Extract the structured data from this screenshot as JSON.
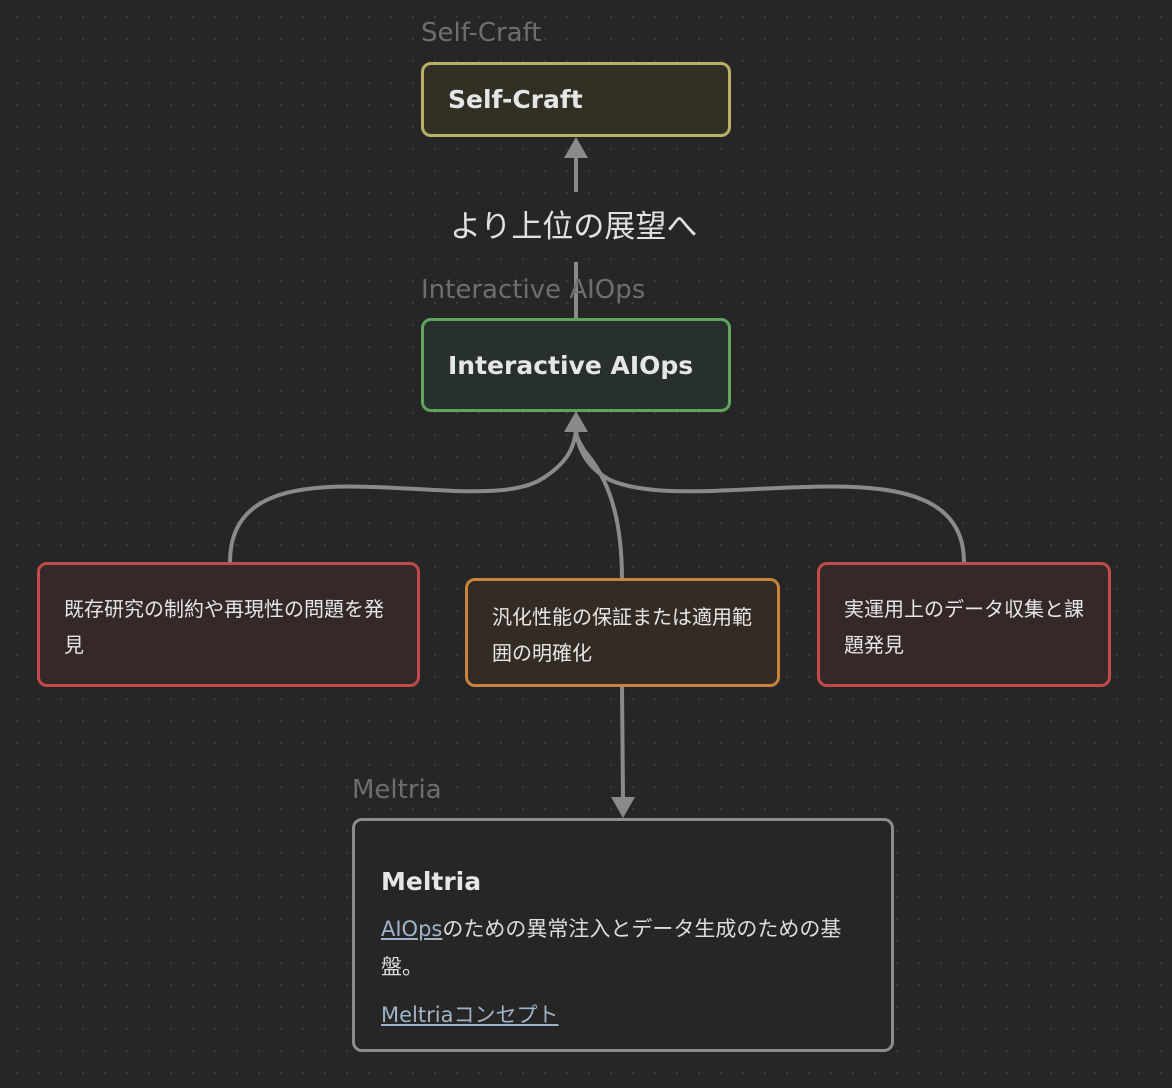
{
  "groups": {
    "self_craft": "Self-Craft",
    "interactive_aiops": "Interactive AIOps",
    "meltria": "Meltria"
  },
  "nodes": {
    "self_craft": {
      "title": "Self-Craft"
    },
    "interactive_aiops": {
      "title": "Interactive AIOps"
    },
    "research_constraints": {
      "text": "既存研究の制約や再現性の問題を発見"
    },
    "generalization": {
      "text": "汎化性能の保証または適用範囲の明確化"
    },
    "field_data": {
      "text": "実運用上のデータ収集と課題発見"
    },
    "meltria": {
      "title": "Meltria",
      "desc_link": "AIOps",
      "desc_rest": "のための異常注入とデータ生成のための基盤。",
      "concept_link": "Meltriaコンセプト"
    }
  },
  "edges": {
    "to_self_craft_label": "より上位の展望へ"
  },
  "colors": {
    "canvas_bg": "#262626",
    "self_craft_border": "#b8b168",
    "interactive_border": "#5fa55d",
    "red_border": "#c24a4a",
    "orange_border": "#c8843c",
    "meltria_border": "#8c8c8c",
    "edge": "#8a8a8a"
  }
}
